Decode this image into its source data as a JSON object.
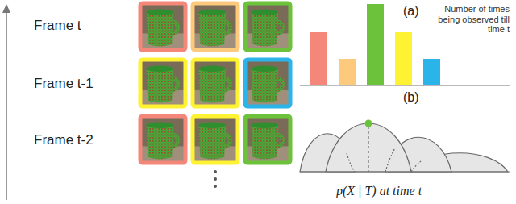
{
  "diagram": {
    "labels": [
      "Frame t",
      "Frame t-1",
      "Frame t-2",
      "(a)",
      "Number of times being observed till time t",
      "(b)",
      "p(X | T) at time t"
    ]
  }
}
